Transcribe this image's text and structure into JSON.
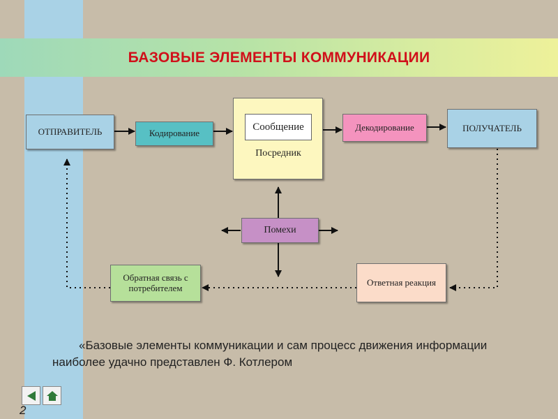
{
  "slide": {
    "title": "БАЗОВЫЕ ЭЛЕМЕНТЫ КОММУНИКАЦИИ",
    "page_number": "2",
    "quote": "«Базовые элементы коммуникации и сам процесс движения информации   наиболее удачно представлен Ф. Котлером"
  },
  "diagram": {
    "sender": "ОТПРАВИТЕЛЬ",
    "encoding": "Кодирование",
    "message": "Сообщение",
    "medium": "Посредник",
    "decoding": "Декодирование",
    "receiver": "ПОЛУЧАТЕЛЬ",
    "noise": "Помехи",
    "feedback": "Обратная связь с потребителем",
    "response": "Ответная реакция"
  },
  "colors": {
    "title": "#d0101a",
    "sender": "#a9d2e6",
    "encoding": "#57c0c4",
    "medium": "#fdf7bf",
    "decoding": "#f493be",
    "receiver": "#a9d2e6",
    "noise": "#c690c6",
    "feedback": "#b6e09a",
    "response": "#fbdcc9"
  },
  "navigation": {
    "prev_icon": "triangle-left-icon",
    "home_icon": "home-icon"
  }
}
